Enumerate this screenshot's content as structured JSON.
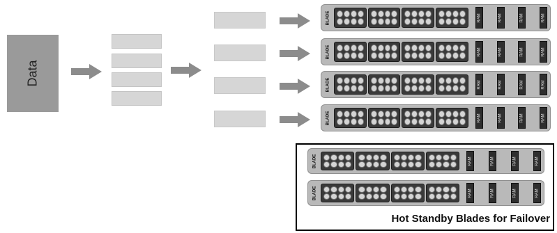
{
  "data_box": {
    "label": "Data"
  },
  "stack": {
    "segments": 4
  },
  "partitions": {
    "count": 4
  },
  "blade": {
    "label": "BLADE",
    "ram_label": "RAM",
    "cpus_per_blade": 4,
    "cores_per_cpu": 8,
    "ram_per_blade": 4
  },
  "active_blades": {
    "count": 4
  },
  "standby": {
    "caption": "Hot Standby Blades for Failover",
    "count": 2
  },
  "colors": {
    "data_fill": "#9a9a9a",
    "partition_fill": "#d6d6d6",
    "arrow_fill": "#8c8c8c",
    "blade_fill": "#b9b9b9",
    "cpu_fill": "#3a3a3a",
    "core_fill": "#d4d4d4",
    "ram_fill": "#2e2e2e"
  }
}
